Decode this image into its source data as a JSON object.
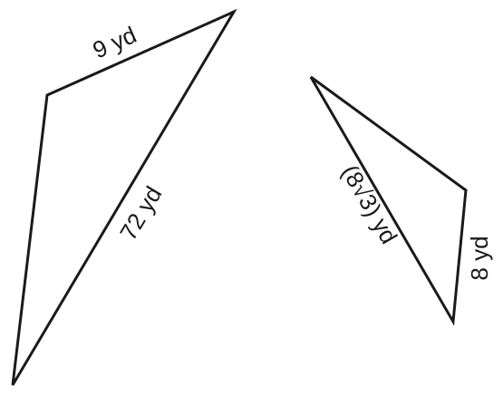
{
  "triangle_1": {
    "side_top_label": "9 yd",
    "side_diagonal_label": "72 yd"
  },
  "triangle_2": {
    "side_diagonal_label": "(8√3) yd",
    "side_right_label": "8 yd"
  }
}
